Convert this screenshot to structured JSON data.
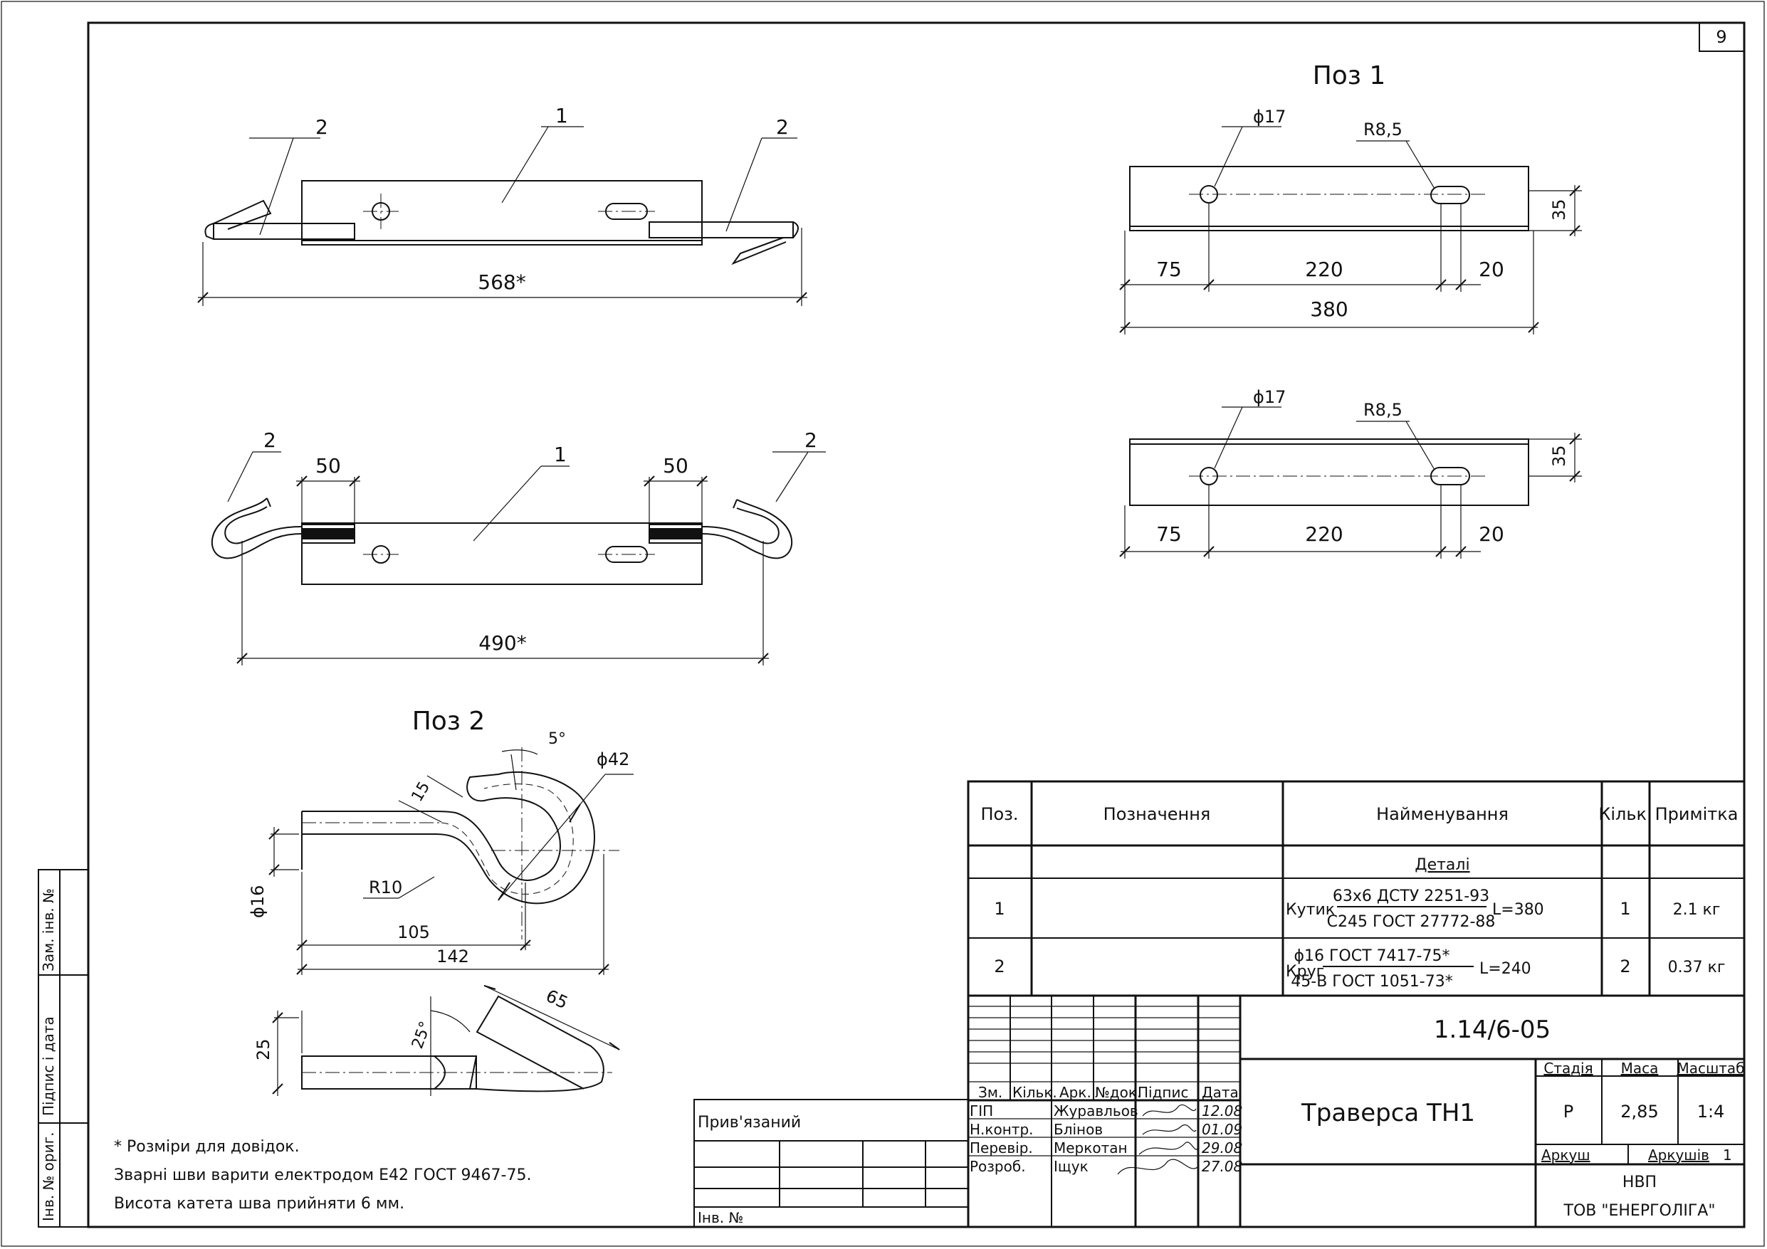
{
  "sheet_number": "9",
  "views": {
    "pos1_title": "Поз 1",
    "pos2_title": "Поз 2"
  },
  "assembly_top": {
    "callout_left": "2",
    "callout_mid": "1",
    "callout_right": "2",
    "length": "568*"
  },
  "assembly_bottom": {
    "callout_left": "2",
    "callout_mid": "1",
    "callout_right": "2",
    "weld_left": "50",
    "weld_right": "50",
    "length": "490*"
  },
  "pos1_view1": {
    "hole": "ϕ17",
    "slot": "R8,5",
    "height": "35",
    "d1": "75",
    "d2": "220",
    "d3": "20",
    "total": "380"
  },
  "pos1_view2": {
    "hole": "ϕ17",
    "slot": "R8,5",
    "height": "35",
    "d1": "75",
    "d2": "220",
    "d3": "20"
  },
  "pos2_view": {
    "angle": "5°",
    "diam_hook": "ϕ42",
    "len15": "15",
    "diam_rod": "ϕ16",
    "radius": "R10",
    "len105": "105",
    "len142": "142",
    "height25": "25",
    "angle25": "25°",
    "len65": "65"
  },
  "notes": [
    "* Розміри для довідок.",
    "Зварні шви варити електродом Е42 ГОСТ 9467-75.",
    "Висота катета шва прийняти 6 мм."
  ],
  "side_stamp": {
    "zam_inv": "Зам. інв. №",
    "pidpys": "Підпис і дата",
    "inv_orig": "Інв. № ориг."
  },
  "privyazanyi": {
    "label": "Прив'язаний",
    "inv": "Інв. №"
  },
  "spec": {
    "headers": {
      "poz": "Поз.",
      "designation": "Позначення",
      "name": "Найменування",
      "qty": "Кільк.",
      "note": "Примітка"
    },
    "section": "Деталі",
    "rows": [
      {
        "poz": "1",
        "name_prefix": "Кутик",
        "num": "63х6 ДСТУ 2251-93",
        "den": "С245 ГОСТ 27772-88",
        "suffix": "L=380",
        "qty": "1",
        "note": "2.1 кг"
      },
      {
        "poz": "2",
        "name_prefix": "Круг",
        "num": "ϕ16 ГОСТ 7417-75*",
        "den": "45-В ГОСТ 1051-73*",
        "suffix": "L=240",
        "qty": "2",
        "note": "0.37 кг"
      }
    ]
  },
  "title_block": {
    "code": "1.14/6-05",
    "name": "Траверса ТН1",
    "stage_label": "Стадія",
    "mass_label": "Маса",
    "scale_label": "Масштаб",
    "stage": "Р",
    "mass": "2,85",
    "scale": "1:4",
    "sheet_label": "Аркуш",
    "sheets_label": "Аркушів",
    "sheets": "1",
    "org1": "НВП",
    "org2": "ТОВ \"ЕНЕРГОЛІГА\"",
    "col_headers": [
      "Зм.",
      "Кільк.",
      "Арк.",
      "№док.",
      "Підпис",
      "Дата"
    ],
    "roles": [
      {
        "role": "ГІП",
        "person": "Журавльов",
        "date": "12.08"
      },
      {
        "role": "Н.контр.",
        "person": "Блінов",
        "date": "01.09"
      },
      {
        "role": "Перевір.",
        "person": "Меркотан",
        "date": "29.08"
      },
      {
        "role": "Розроб.",
        "person": "Іщук",
        "date": "27.08"
      }
    ]
  }
}
